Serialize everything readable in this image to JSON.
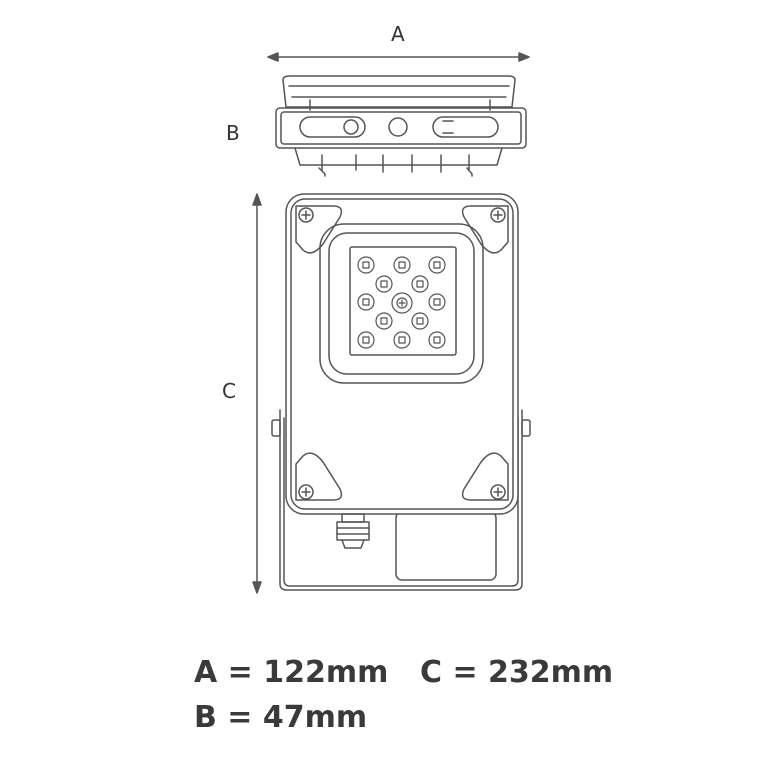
{
  "dimension_labels": {
    "a": "A",
    "b": "B",
    "c": "C"
  },
  "specs": {
    "a": "A = 122mm",
    "b": "B = 47mm",
    "c": "C = 232mm"
  },
  "colors": {
    "line": "#555555",
    "text": "#3a3a3a"
  }
}
